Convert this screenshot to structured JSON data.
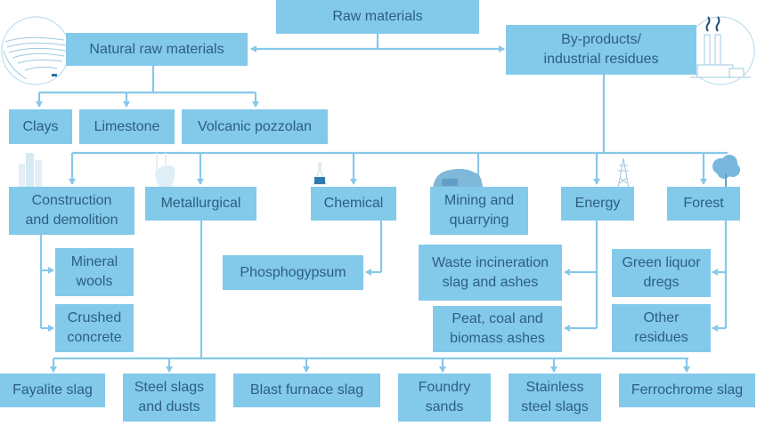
{
  "diagram": {
    "root": "Raw materials",
    "natural": {
      "label": "Natural raw materials",
      "icon": "quarry-icon",
      "children": [
        "Clays",
        "Limestone",
        "Volcanic pozzolan"
      ]
    },
    "byproducts": {
      "label": "By-products/\nindustrial residues",
      "icon": "factory-icon",
      "sectors": [
        {
          "label": "Construction\nand demolition",
          "icon": "buildings-icon",
          "children": [
            "Mineral\nwools",
            "Crushed\nconcrete"
          ]
        },
        {
          "label": "Metallurgical",
          "icon": "ladle-icon",
          "children": [
            "Fayalite slag",
            "Steel slags\nand dusts",
            "Blast furnace slag",
            "Foundry\nsands",
            "Stainless\nsteel slags",
            "Ferrochrome slag"
          ]
        },
        {
          "label": "Chemical",
          "icon": "flask-icon",
          "children": [
            "Phosphogypsum"
          ]
        },
        {
          "label": "Mining and\nquarrying",
          "icon": "mine-icon",
          "children": []
        },
        {
          "label": "Energy",
          "icon": "pylon-icon",
          "children": [
            "Waste incineration\nslag and ashes",
            "Peat, coal and\nbiomass ashes"
          ]
        },
        {
          "label": "Forest",
          "icon": "tree-icon",
          "children": [
            "Green liquor\ndregs",
            "Other\nresidues"
          ]
        }
      ]
    }
  },
  "colors": {
    "box_fill": "#83c9ea",
    "text": "#2c5f80",
    "connector": "#86c8ea"
  }
}
